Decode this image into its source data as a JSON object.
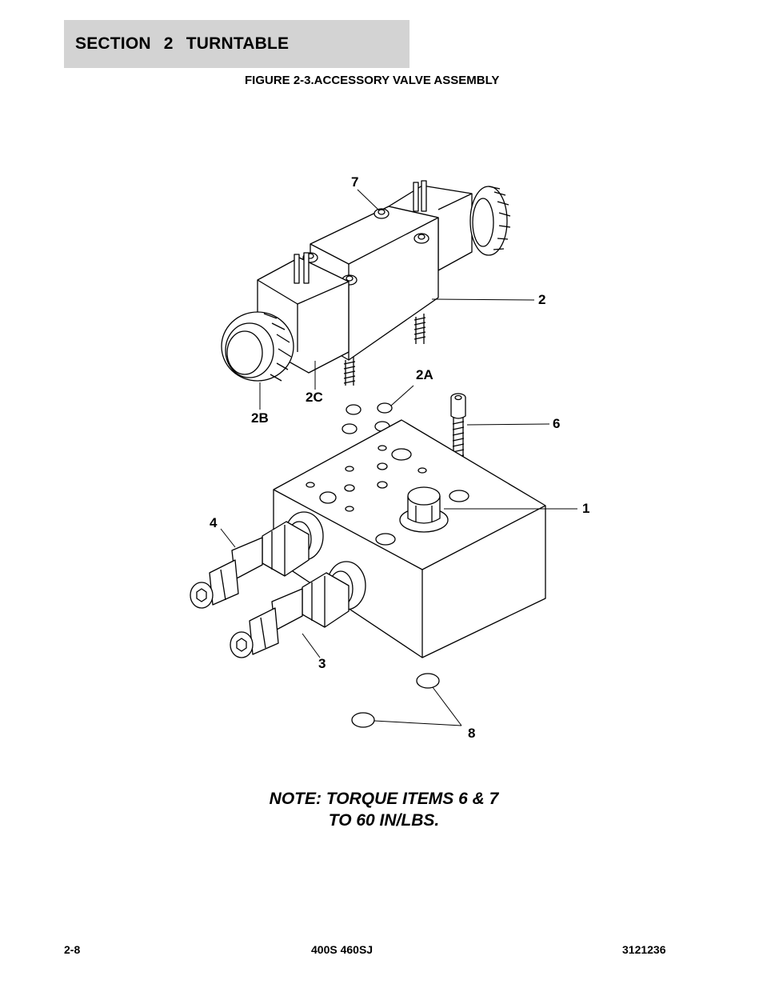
{
  "header": {
    "section_title": "SECTION 2   TURNTABLE"
  },
  "figure": {
    "caption": "FIGURE 2-3.ACCESSORY VALVE ASSEMBLY"
  },
  "callouts": {
    "c7": "7",
    "c2": "2",
    "c2a": "2A",
    "c2c": "2C",
    "c2b": "2B",
    "c6": "6",
    "c1": "1",
    "c4": "4",
    "c3": "3",
    "c8": "8"
  },
  "note": {
    "line1": "NOTE: TORQUE ITEMS 6 & 7",
    "line2": "TO 60 IN/LBS."
  },
  "footer": {
    "page_number": "2-8",
    "model": "400S 460SJ",
    "doc_number": "3121236"
  }
}
